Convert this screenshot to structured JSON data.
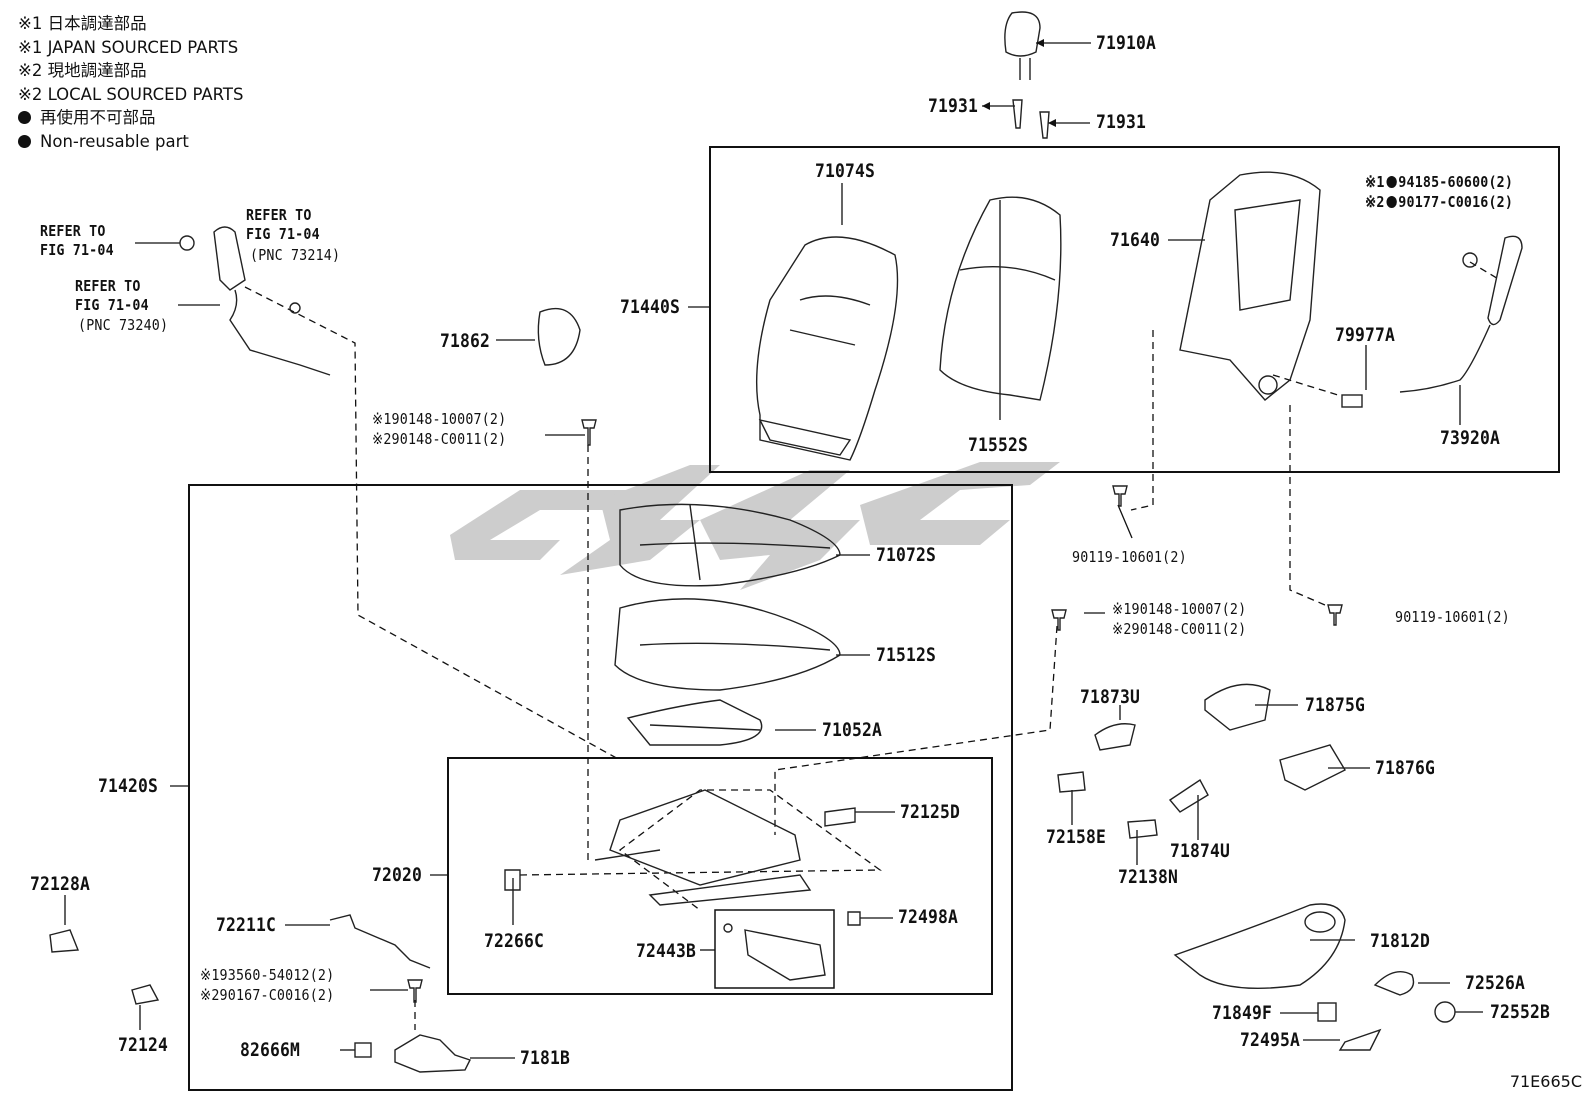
{
  "legend": {
    "line1": "※1 日本調達部品",
    "line2": "※1 JAPAN SOURCED PARTS",
    "line3": "※2 現地調達部品",
    "line4": "※2 LOCAL SOURCED PARTS",
    "line5": "再使用不可部品",
    "line6": "Non-reusable part"
  },
  "refs": {
    "ref1_a": "REFER TO",
    "ref1_b": "FIG 71-04",
    "ref2_a": "REFER TO",
    "ref2_b": "FIG 71-04",
    "ref2_c": "(PNC 73214)",
    "ref3_a": "REFER TO",
    "ref3_b": "FIG 71-04",
    "ref3_c": "(PNC 73240)"
  },
  "parts": {
    "p71910A": "71910A",
    "p71931a": "71931",
    "p71931b": "71931",
    "p71074S": "71074S",
    "p71440S": "71440S",
    "p71552S": "71552S",
    "p71640": "71640",
    "p79977A": "79977A",
    "p73920A": "73920A",
    "p94185": "94185-60600(2)",
    "p90177": "90177-C0016(2)",
    "p71862": "71862",
    "p90148a1": "90148-10007(2)",
    "p90148a2": "90148-C0011(2)",
    "p90119a": "90119-10601(2)",
    "p90119b": "90119-10601(2)",
    "p71072S": "71072S",
    "p71512S": "71512S",
    "p71052A": "71052A",
    "p90148b1": "90148-10007(2)",
    "p90148b2": "90148-C0011(2)",
    "p71873U": "71873U",
    "p71875G": "71875G",
    "p71876G": "71876G",
    "p71420S": "71420S",
    "p72125D": "72125D",
    "p72020": "72020",
    "p72158E": "72158E",
    "p72138N": "72138N",
    "p71874U": "71874U",
    "p72128A": "72128A",
    "p72266C": "72266C",
    "p72498A": "72498A",
    "p72211C": "72211C",
    "p72443B": "72443B",
    "p71812D": "71812D",
    "p93560": "93560-54012(2)",
    "p90167": "90167-C0016(2)",
    "p72526A": "72526A",
    "p72124": "72124",
    "p82666M": "82666M",
    "p7181B": "7181B",
    "p71849F": "71849F",
    "p72552B": "72552B",
    "p72495A": "72495A"
  },
  "marks": {
    "m1": "※1",
    "m2": "※2"
  },
  "figure_code": "71E665C"
}
